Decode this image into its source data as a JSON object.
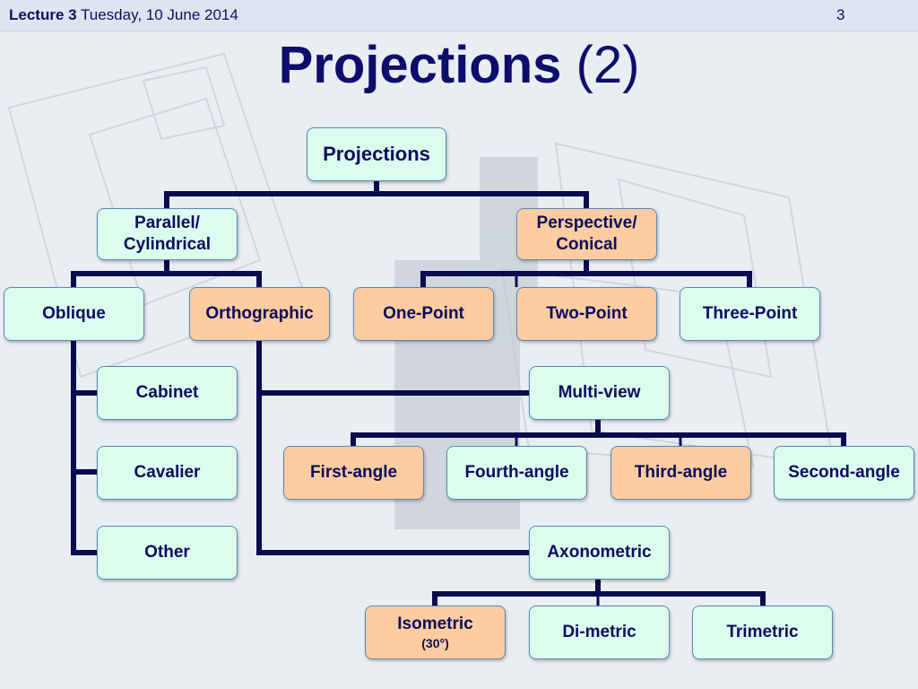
{
  "header": {
    "lecture": "Lecture 3",
    "date": "Tuesday, 10 June 2014",
    "slide_number": "3"
  },
  "title": {
    "main": "Projections",
    "suffix": "(2)"
  },
  "diagram": {
    "root": "Projections",
    "parallel": "Parallel/",
    "parallel_2": "Cylindrical",
    "perspective": "Perspective/",
    "perspective_2": "Conical",
    "oblique": "Oblique",
    "orthographic": "Orthographic",
    "one_point": "One-Point",
    "two_point": "Two-Point",
    "three_point": "Three-Point",
    "cabinet": "Cabinet",
    "cavalier": "Cavalier",
    "other": "Other",
    "multi_view": "Multi-view",
    "first_angle": "First-angle",
    "fourth_angle": "Fourth-angle",
    "third_angle": "Third-angle",
    "second_angle": "Second-angle",
    "axonometric": "Axonometric",
    "isometric": "Isometric",
    "isometric_sub": "(30°)",
    "dimetric": "Di-metric",
    "trimetric": "Trimetric"
  },
  "colors": {
    "highlight": "#fdcca0",
    "normal": "#dcfcee",
    "connector": "#0a0a50"
  }
}
